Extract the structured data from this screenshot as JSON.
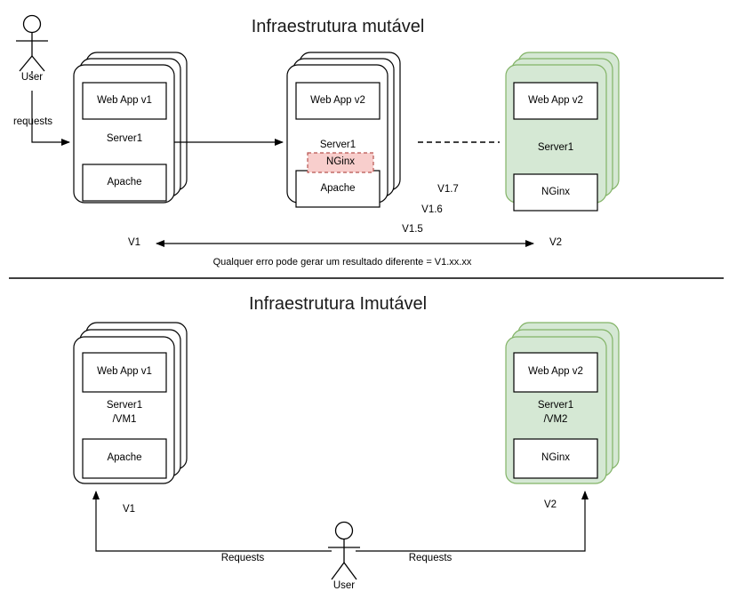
{
  "document": {
    "type": "infrastructure-comparison-diagram",
    "sections": [
      {
        "id": "mutable",
        "title": "Infraestrutura mutável",
        "caption": "Qualquer erro pode gerar um resultado diferente = V1.xx.xx"
      },
      {
        "id": "immutable",
        "title": "Infraestrutura Imutável"
      }
    ]
  },
  "top": {
    "title": "Infraestrutura mutável",
    "actor": {
      "label": "User",
      "request_label": "requests"
    },
    "servers": [
      {
        "name": "server-v1",
        "app": "Web App v1",
        "server": "Server1",
        "webserver": "Apache",
        "fill": "#ffffff",
        "stroke": "#000000"
      },
      {
        "name": "server-transition",
        "app": "Web App v2",
        "server": "Server1",
        "overlay": "NGinx",
        "webserver": "Apache",
        "fill": "#ffffff",
        "stroke": "#000000",
        "overlay_fill": "#f8cecc",
        "overlay_stroke": "#b85450"
      },
      {
        "name": "server-v2",
        "app": "Web App v2",
        "server": "Server1",
        "webserver": "NGinx",
        "fill": "#d5e8d4",
        "stroke": "#82b366"
      }
    ],
    "versions": [
      "V1.7",
      "V1.6",
      "V1.5"
    ],
    "axis": {
      "left": "V1",
      "right": "V2"
    },
    "caption": "Qualquer erro pode gerar um resultado diferente = V1.xx.xx"
  },
  "bottom": {
    "title": "Infraestrutura Imutável",
    "actor": {
      "label": "User"
    },
    "servers": [
      {
        "name": "vm1",
        "app": "Web App v1",
        "server": "Server1",
        "server_line2": "/VM1",
        "webserver": "Apache",
        "fill": "#ffffff",
        "stroke": "#000000",
        "version": "V1",
        "request_label": "Requests"
      },
      {
        "name": "vm2",
        "app": "Web App v2",
        "server": "Server1",
        "server_line2": "/VM2",
        "webserver": "NGinx",
        "fill": "#d5e8d4",
        "stroke": "#82b366",
        "version": "V2",
        "request_label": "Requests"
      }
    ]
  },
  "colors": {
    "green_fill": "#d5e8d4",
    "green_stroke": "#82b366",
    "pink_fill": "#f8cecc",
    "pink_stroke": "#b85450",
    "line": "#000000",
    "title": "#1a1a1a"
  }
}
